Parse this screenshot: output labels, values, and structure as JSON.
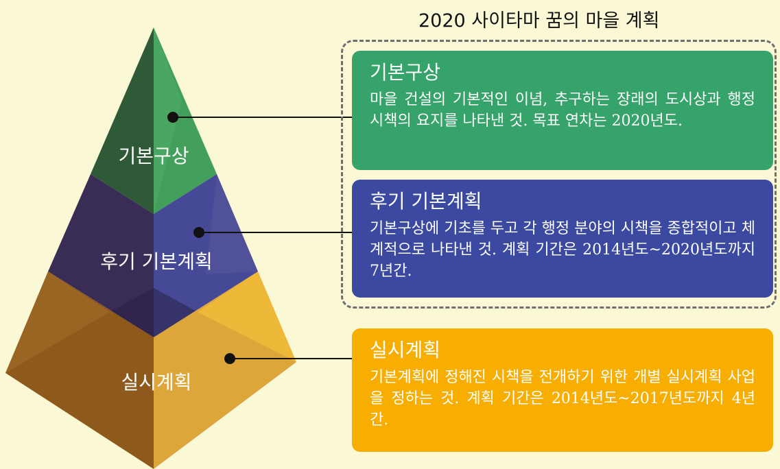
{
  "title": "2020 사이타마 꿈의 마을 계획",
  "colors": {
    "background": "#fbf8d6",
    "basic": "#36a36a",
    "later": "#3b4aa0",
    "implementation": "#f7ae00",
    "dashed_border": "#6e6e6e"
  },
  "pyramid": {
    "levels": [
      {
        "label": "기본구상"
      },
      {
        "label": "후기 기본계획"
      },
      {
        "label": "실시계획"
      }
    ]
  },
  "cards": {
    "basic": {
      "title": "기본구상",
      "description": "마을 건설의 기본적인 이념, 추구하는 장래의 도시상과 행정 시책의 요지를 나타낸 것. 목표 연차는 2020년도."
    },
    "later": {
      "title": "후기 기본계획",
      "description": "기본구상에 기초를 두고 각 행정 분야의 시책을 종합적이고 체계적으로 나타낸 것. 계획 기간은 2014년도~2020년도까지 7년간."
    },
    "implementation": {
      "title": "실시계획",
      "description": "기본계획에 정해진 시책을 전개하기 위한 개별 실시계획 사업을 정하는 것. 계획 기간은 2014년도~2017년도까지 4년간."
    }
  }
}
